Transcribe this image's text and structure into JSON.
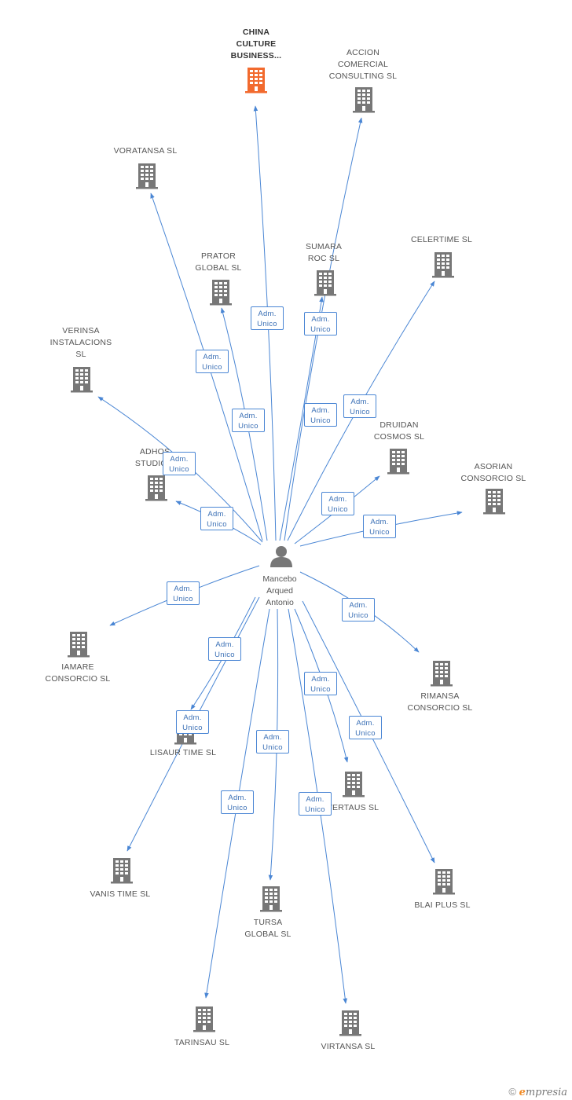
{
  "colors": {
    "edge": "#4a86d4",
    "building": "#777777",
    "highlight": "#f26a2e",
    "person": "#777777"
  },
  "person": {
    "name_lines": [
      "Mancebo",
      "Arqued",
      "Antonio"
    ],
    "icon": "person-icon"
  },
  "edge_label": {
    "line1": "Adm.",
    "line2": "Unico"
  },
  "nodes": [
    {
      "id": "china",
      "label": "CHINA\nCULTURE\nBUSINESS...",
      "highlight": true
    },
    {
      "id": "accion",
      "label": "ACCION\nCOMERCIAL\nCONSULTING SL"
    },
    {
      "id": "voratansa",
      "label": "VORATANSA SL"
    },
    {
      "id": "prator",
      "label": "PRATOR\nGLOBAL SL"
    },
    {
      "id": "sumara",
      "label": "SUMARA\nROC SL"
    },
    {
      "id": "celertime",
      "label": "CELERTIME SL"
    },
    {
      "id": "verinsa",
      "label": "VERINSA\nINSTALACIONS\nSL"
    },
    {
      "id": "adhos",
      "label": "ADHOS\nSTUDIO..."
    },
    {
      "id": "druidan",
      "label": "DRUIDAN\nCOSMOS SL"
    },
    {
      "id": "asorian",
      "label": "ASORIAN\nCONSORCIO SL"
    },
    {
      "id": "iamare",
      "label": "IAMARE\nCONSORCIO SL"
    },
    {
      "id": "rimansa",
      "label": "RIMANSA\nCONSORCIO SL"
    },
    {
      "id": "lisaur",
      "label": "LISAUR TIME SL"
    },
    {
      "id": "vertaus",
      "label": "VERTAUS SL"
    },
    {
      "id": "vanis",
      "label": "VANIS TIME SL"
    },
    {
      "id": "tursa",
      "label": "TURSA\nGLOBAL SL"
    },
    {
      "id": "blai",
      "label": "BLAI PLUS SL"
    },
    {
      "id": "tarinsau",
      "label": "TARINSAU SL"
    },
    {
      "id": "virtansa",
      "label": "VIRTANSA SL"
    }
  ],
  "copyright": {
    "symbol": "©",
    "brand_initial": "e",
    "brand_rest": "mpresia"
  }
}
